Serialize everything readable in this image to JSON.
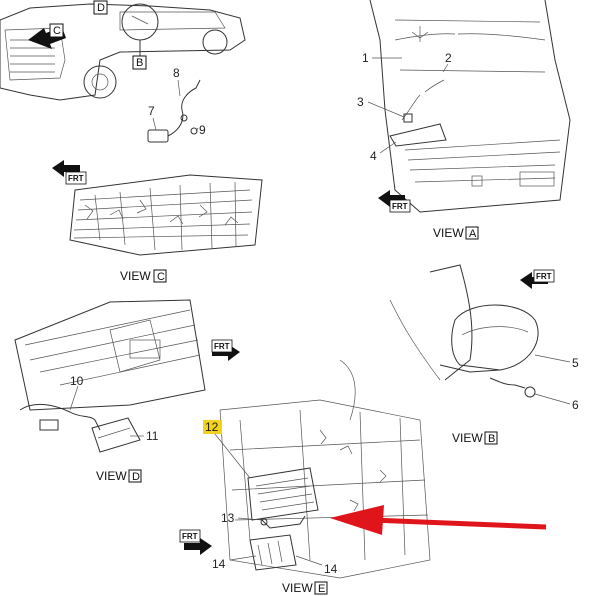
{
  "views": {
    "a_label": "VIEW",
    "a_letter": "A",
    "b_label": "VIEW",
    "b_letter": "B",
    "c_label": "VIEW",
    "c_letter": "C",
    "d_label": "VIEW",
    "d_letter": "D",
    "e_label": "VIEW",
    "e_letter": "E"
  },
  "vehicle_overview": {
    "letter_d": "D",
    "letter_b": "B",
    "letter_c": "C"
  },
  "callouts": [
    "1",
    "2",
    "3",
    "4",
    "5",
    "6",
    "7",
    "8",
    "9",
    "10",
    "11",
    "12",
    "13",
    "14",
    "14"
  ],
  "direction_label": "FRT",
  "highlight_color": "#f2d21b",
  "arrow_color": "#e0151b"
}
